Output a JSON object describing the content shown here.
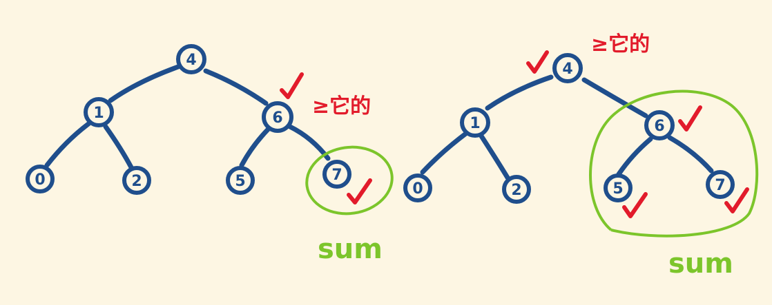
{
  "trees": [
    {
      "nodes": [
        "4",
        "1",
        "6",
        "0",
        "2",
        "5",
        "7"
      ],
      "note": "≥它的",
      "sum_label": "sum"
    },
    {
      "nodes": [
        "4",
        "1",
        "6",
        "0",
        "2",
        "5",
        "7"
      ],
      "note": "≥它的",
      "sum_label": "sum"
    }
  ],
  "colors": {
    "tree": "#1f4e8c",
    "check": "#e21b2b",
    "sum": "#7cc52b",
    "background": "#fdf6e3"
  }
}
